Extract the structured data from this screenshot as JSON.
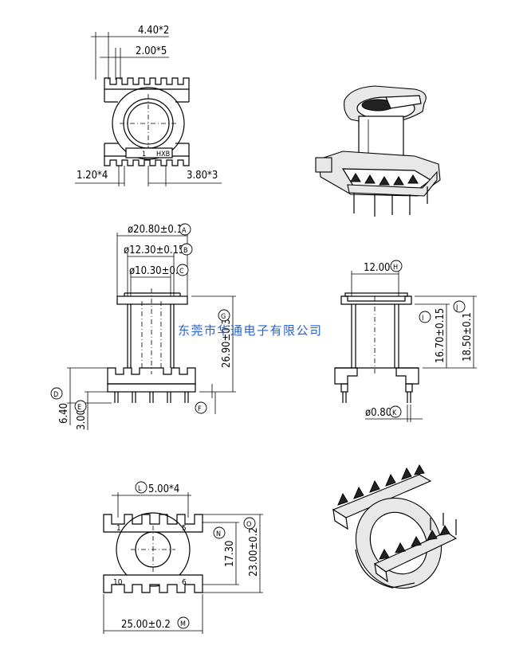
{
  "top_view": {
    "dim_pitch_a": "4.40*2",
    "dim_pitch_b": "2.00*5",
    "dim_pin_w": "1.20*4",
    "dim_pitch_c": "3.80*3",
    "marking_1": "1",
    "marking_hxb": "HXB"
  },
  "front_view": {
    "dim_a": "ø20.80±0.1",
    "dim_b": "ø12.30±0.15",
    "dim_c": "ø10.30±0.1",
    "dim_g": "26.90±0.3",
    "dim_d": "6.40",
    "dim_e": "3.00",
    "ref_a": "A",
    "ref_b": "B",
    "ref_c": "C",
    "ref_d": "D",
    "ref_e": "E",
    "ref_f": "F",
    "ref_g": "G"
  },
  "side_view": {
    "dim_h": "12.00",
    "dim_i": "16.70±0.15",
    "dim_j": "18.50±0.1",
    "dim_k": "ø0.80",
    "ref_h": "H",
    "ref_i": "I",
    "ref_j": "J",
    "ref_k": "K"
  },
  "bottom_view": {
    "dim_l": "5.00*4",
    "dim_n": "17.30",
    "dim_o": "23.00±0.2",
    "dim_m": "25.00±0.2",
    "pin_1": "1",
    "pin_5": "5",
    "pin_10": "10",
    "pin_6": "6",
    "ref_l": "L",
    "ref_m": "M",
    "ref_n": "N",
    "ref_o": "O"
  },
  "watermark": "东莞市华通电子有限公司"
}
